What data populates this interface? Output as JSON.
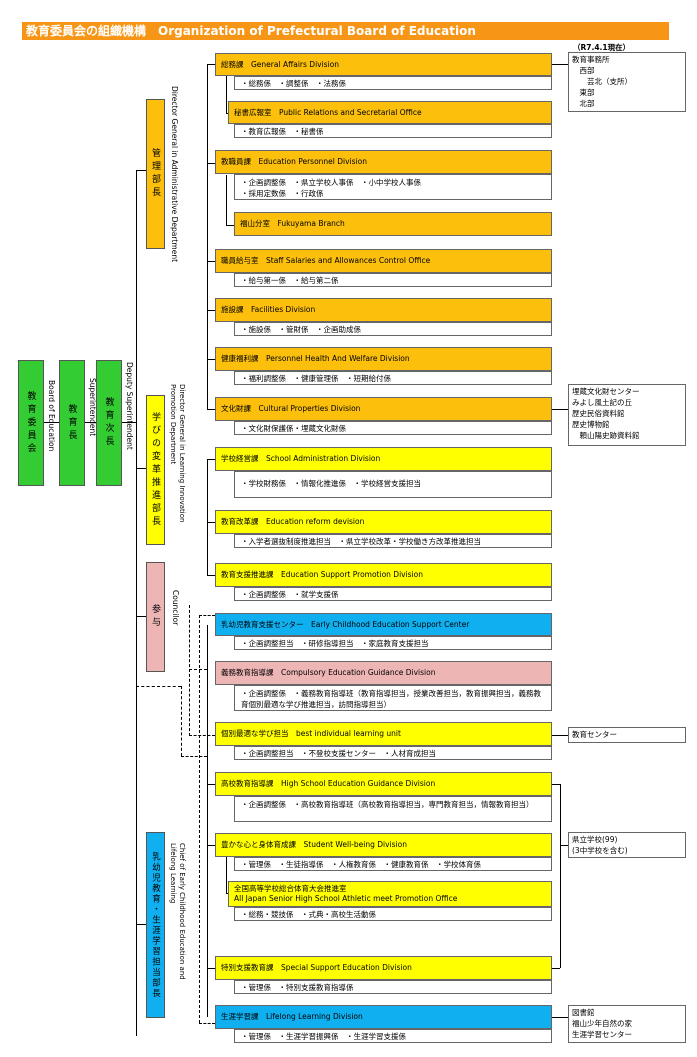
{
  "title": "教育委員会の組織機構　Organization of Prefectural Board of Education",
  "executives": [
    {
      "jp": "教育委員会",
      "en": "Board of Education"
    },
    {
      "jp": "教育長",
      "en": "Superintendent"
    },
    {
      "jp": "教育次長",
      "en": "Deputy Superintendent"
    }
  ],
  "departments": [
    {
      "jp": "管理部長",
      "en": "Director General in Administrative Department"
    },
    {
      "jp": "学びの変革推進部長",
      "en": "Director General in Learning Innovation Promotion Department"
    },
    {
      "jp": "参与",
      "en": "Councilor"
    },
    {
      "jp": "乳幼児教育・生涯学習担当部長",
      "en": "Chief of Early Childhood Education and Lifelong Learning"
    }
  ],
  "divisions": [
    {
      "label": "総務課　General Affairs Division",
      "sub": "・総務係　・調整係　・法務係"
    },
    {
      "label": "秘書広報室　Public Relations and Secretarial Office",
      "sub": "・教育広報係　・秘書係"
    },
    {
      "label": "教職員課　Education Personnel Division",
      "sub": "・企画調整係　・県立学校人事係　・小中学校人事係\n・採用定数係　・行政係"
    },
    {
      "label": "福山分室　Fukuyama Branch",
      "sub": ""
    },
    {
      "label": "職員給与室　Staff Salaries and Allowances Control Office",
      "sub": "・給与第一係　・給与第二係"
    },
    {
      "label": "施設課　Facilities Division",
      "sub": "・施設係　・管財係　・企画助成係"
    },
    {
      "label": "健康福利課　Personnel Health And Welfare Division",
      "sub": "・福利調整係　・健康管理係　・短期給付係"
    },
    {
      "label": "文化財課　Cultural Properties Division",
      "sub": "・文化財保護係・埋蔵文化財係"
    },
    {
      "label": "学校経営課　School Administration Division",
      "sub": "・学校財務係　・情報化推進係　・学校経営支援担当"
    },
    {
      "label": "教育改革課　Education reform devision",
      "sub": "・入学者選抜制度推進担当　・県立学校改革・学校働き方改革推進担当"
    },
    {
      "label": "教育支援推進課　Education Support Promotion Division",
      "sub": "・企画調整係　・就学支援係"
    },
    {
      "label": "乳幼児教育支援センター　Early Childhood Education Support Center",
      "sub": "・企画調整担当　・研修指導担当　・家庭教育支援担当"
    },
    {
      "label": "義務教育指導課　Compulsory Education Guidance Division",
      "sub": "・企画調整係　・義務教育指導班（教育指導担当，授業改善担当，教育振興担当，義務教育個別最適な学び推進担当，訪問指導担当）"
    },
    {
      "label": "個別最適な学び担当　best individual learning unit",
      "sub": "・企画調整担当　・不登校支援センター　・人材育成担当"
    },
    {
      "label": "高校教育指導課　High School Education Guidance Division",
      "sub": "・企画調整係　・高校教育指導班（高校教育指導担当，専門教育担当，情報教育担当）"
    },
    {
      "label": "豊かな心と身体育成課　Student Well-being Division",
      "sub": "・管理係　・生徒指導係　・人権教育係　・健康教育係　・学校体育係"
    },
    {
      "label": "全国高等学校総合体育大会推進室\nAll Japan Senior High School Athletic meet Promotion Office",
      "sub": "・総務・競技係　・式典・高校生活動係"
    },
    {
      "label": "特別支援教育課　Special Support Education Division",
      "sub": "・管理係　・特別支援教育指導係"
    },
    {
      "label": "生涯学習課　Lifelong Learning Division",
      "sub": "・管理係　・生涯学習振興係　・生涯学習支援係"
    }
  ],
  "right_notes": {
    "date": "（R7.4.1現在）",
    "offices": [
      "教育事務所",
      "　西部",
      "　　芸北（支所）",
      "　東部",
      "　北部"
    ],
    "culture": [
      "埋蔵文化財センター",
      "みよし風土記の丘",
      "歴史民俗資料館",
      "歴史博物館",
      "　頼山陽史跡資料館"
    ],
    "edu_center": "教育センター",
    "schools": [
      "県立学校(99)",
      "(3中学校を含む)"
    ],
    "lifelong": [
      "図書館",
      "福山少年自然の家",
      "生涯学習センター"
    ]
  }
}
